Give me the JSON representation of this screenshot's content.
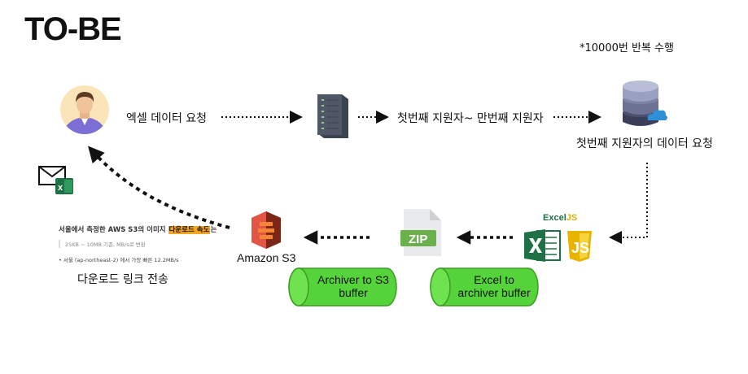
{
  "page": {
    "title": "TO-BE",
    "note": "*10000번 반복 수행"
  },
  "labels": {
    "request": "엑셀 데이터 요청",
    "range": "첫번째 지원자~ 만번째 지원자",
    "db_request": "첫번째 지원자의 데이터 요청",
    "download": "다운로드 링크 전송",
    "s3": "Amazon S3",
    "zip": "ZIP",
    "exceljs_prefix": "Excel",
    "exceljs_suffix": "JS"
  },
  "buffers": {
    "archiver_line1": "Archiver to S3",
    "archiver_line2": "buffer",
    "excel_line1": "Excel to",
    "excel_line2": "archiver buffer"
  },
  "snippet": {
    "line1_pre": "서울에서 측정한 AWS S3의 이미지",
    "line1_hl": "다운로드 속도",
    "line1_post": "는",
    "line2": "25KB ~ 10MB 기준, MB/s로 변환",
    "line3": "• 서울 (ap-northeast-2) 에서 가장 빠른 12.2MB/s"
  },
  "colors": {
    "pill": "#55d33a",
    "pill_edge": "#3a9e25",
    "highlight": "#f5a623",
    "s3": "#d9472b",
    "excel": "#1e7145",
    "js": "#f0c419"
  }
}
